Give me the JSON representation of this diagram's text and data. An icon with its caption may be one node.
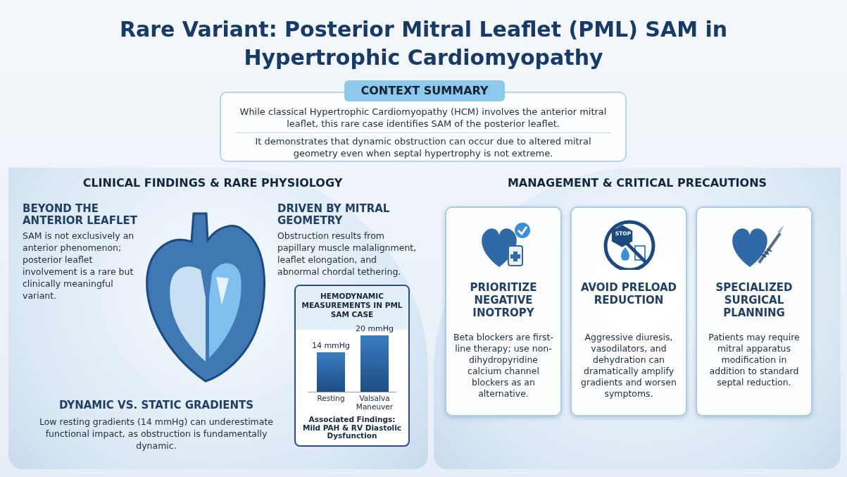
{
  "diagram": {
    "title": "Rare Variant: Posterior Mitral Leaflet (PML) SAM in Hypertrophic Cardiomyopathy",
    "nodes": [
      {
        "text": [
          "CONTEXT SUMMARY",
          "While classical Hypertrophic Cardiomyopathy (HCM) involves the anterior mitral leaflet, this rare case identifies SAM of the posterior leaflet.",
          "It demonstrates that dynamic obstruction can occur due to altered mitral geometry even when septal hypertrophy is not extreme."
        ]
      },
      {
        "text": [
          "CLINICAL FINDINGS & RARE PHYSIOLOGY",
          "BEYOND THE ANTERIOR LEAFLET",
          "SAM is not exclusively an anterior phenomenon; posterior leaflet involvement is a rare but clinically meaningful variant.",
          "DRIVEN BY MITRAL GEOMETRY",
          "Obstruction results from papillary muscle malalignment, leaflet elongation, and abnormal chordal tethering.",
          "DYNAMIC VS. STATIC GRADIENTS",
          "Low resting gradients (14 mmHg) can underestimate functional impact, as obstruction is fundamentally dynamic."
        ]
      },
      {
        "text": [
          "Associated Findings: Mild PAH & RV Diastolic Dysfunction"
        ],
        "in": 1
      },
      {
        "text": [
          "MANAGEMENT & CRITICAL PRECAUTIONS"
        ]
      },
      {
        "text": [
          "PRIORITIZE NEGATIVE INOTROPY",
          "Beta blockers are first-line therapy; use non-dihydropyridine calcium channel blockers as an alternative."
        ],
        "in": 3
      },
      {
        "text": [
          "AVOID PRELOAD REDUCTION",
          "Aggressive diuresis, vasodilators, and dehydration can dramatically amplify gradients and worsen symptoms."
        ],
        "in": 3
      },
      {
        "text": [
          "SPECIALIZED SURGICAL PLANNING",
          "Patients may require mitral apparatus modification in addition to standard septal reduction."
        ],
        "in": 3
      }
    ],
    "labels": [
      "STOP"
    ],
    "chart_data": {
      "type": "bar",
      "title": "HEMODYNAMIC MEASUREMENTS IN PML SAM CASE",
      "categories": [
        "Resting",
        "Valsalva Maneuver"
      ],
      "values": [
        14,
        20
      ],
      "value_labels": [
        "14 mmHg",
        "20 mmHg"
      ]
    }
  }
}
